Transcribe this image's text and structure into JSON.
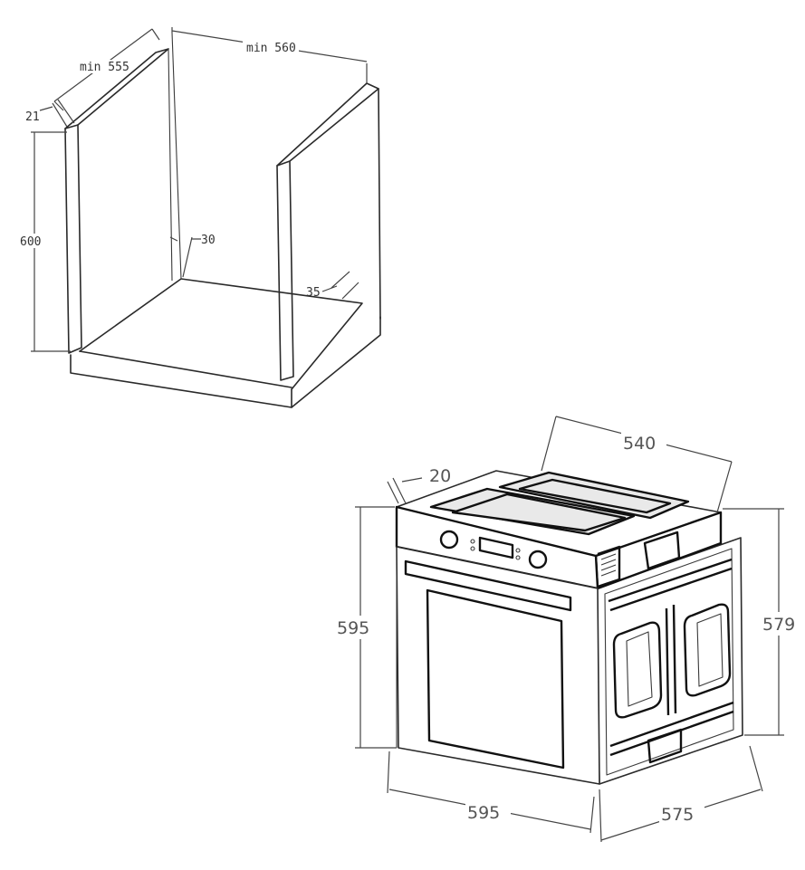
{
  "cabinet": {
    "dims": {
      "min_width": "min 560",
      "min_depth": "min 555",
      "panel": "21",
      "height": "600",
      "back_gap": "30",
      "side_gap": "35"
    }
  },
  "oven": {
    "dims": {
      "depth_top": "540",
      "front_panel": "20",
      "front_height": "595",
      "body_height": "579",
      "front_width": "595",
      "body_depth": "575"
    }
  }
}
